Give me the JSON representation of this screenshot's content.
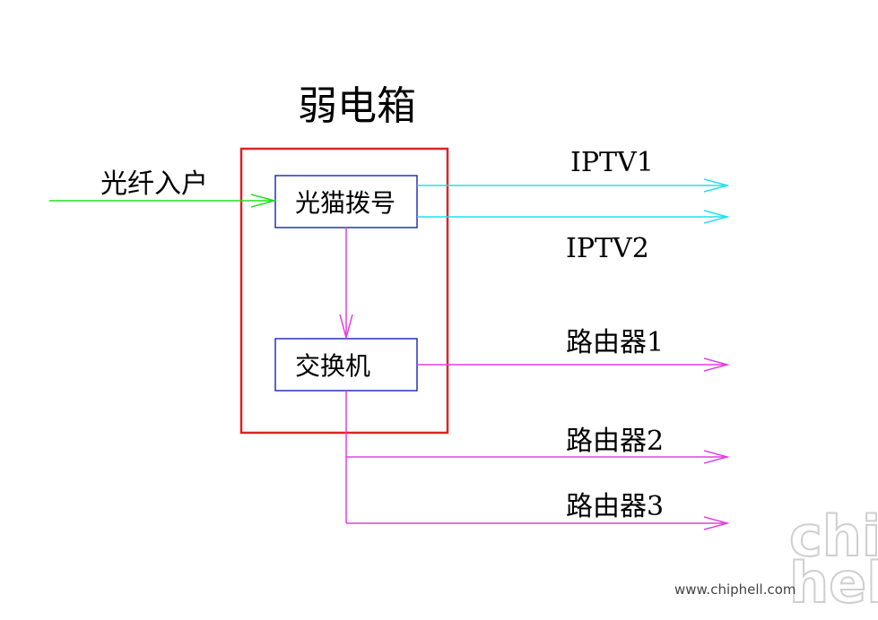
{
  "diagram": {
    "title": "弱电箱",
    "input_label": "光纤入户",
    "nodes": {
      "modem": "光猫拨号",
      "switch": "交换机"
    },
    "outputs": {
      "iptv1": "IPTV1",
      "iptv2": "IPTV2",
      "router1": "路由器1",
      "router2": "路由器2",
      "router3": "路由器3"
    },
    "colors": {
      "enclosure": "#dd2222",
      "node_border": "#2233bb",
      "fiber": "#22dd22",
      "iptv": "#22e0e8",
      "ethernet": "#e040e0"
    }
  },
  "watermark": {
    "logo": "chip hell",
    "url": "www.chiphell.com"
  }
}
